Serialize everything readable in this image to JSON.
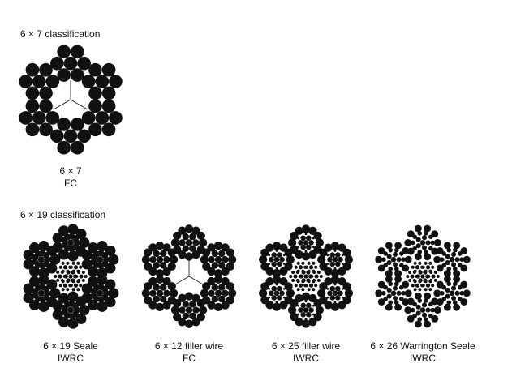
{
  "sections": [
    {
      "heading": "6 × 7 classification",
      "ropes": [
        {
          "line1": "6 × 7",
          "line2": "FC",
          "strand": "6x7",
          "core": "fc"
        }
      ]
    },
    {
      "heading": "6 × 19 classification",
      "ropes": [
        {
          "line1": "6 × 19 Seale",
          "line2": "IWRC",
          "strand": "seale",
          "core": "iwrc"
        },
        {
          "line1": "6 × 12 filler wire",
          "line2": "FC",
          "strand": "filler12",
          "core": "fc"
        },
        {
          "line1": "6 × 25 filler wire",
          "line2": "IWRC",
          "strand": "filler25",
          "core": "iwrc"
        },
        {
          "line1": "6 × 26 Warrington Seale",
          "line2": "IWRC",
          "strand": "warrington",
          "core": "iwrc"
        }
      ]
    }
  ],
  "colors": {
    "wire": "#111111",
    "background": "#ffffff"
  }
}
